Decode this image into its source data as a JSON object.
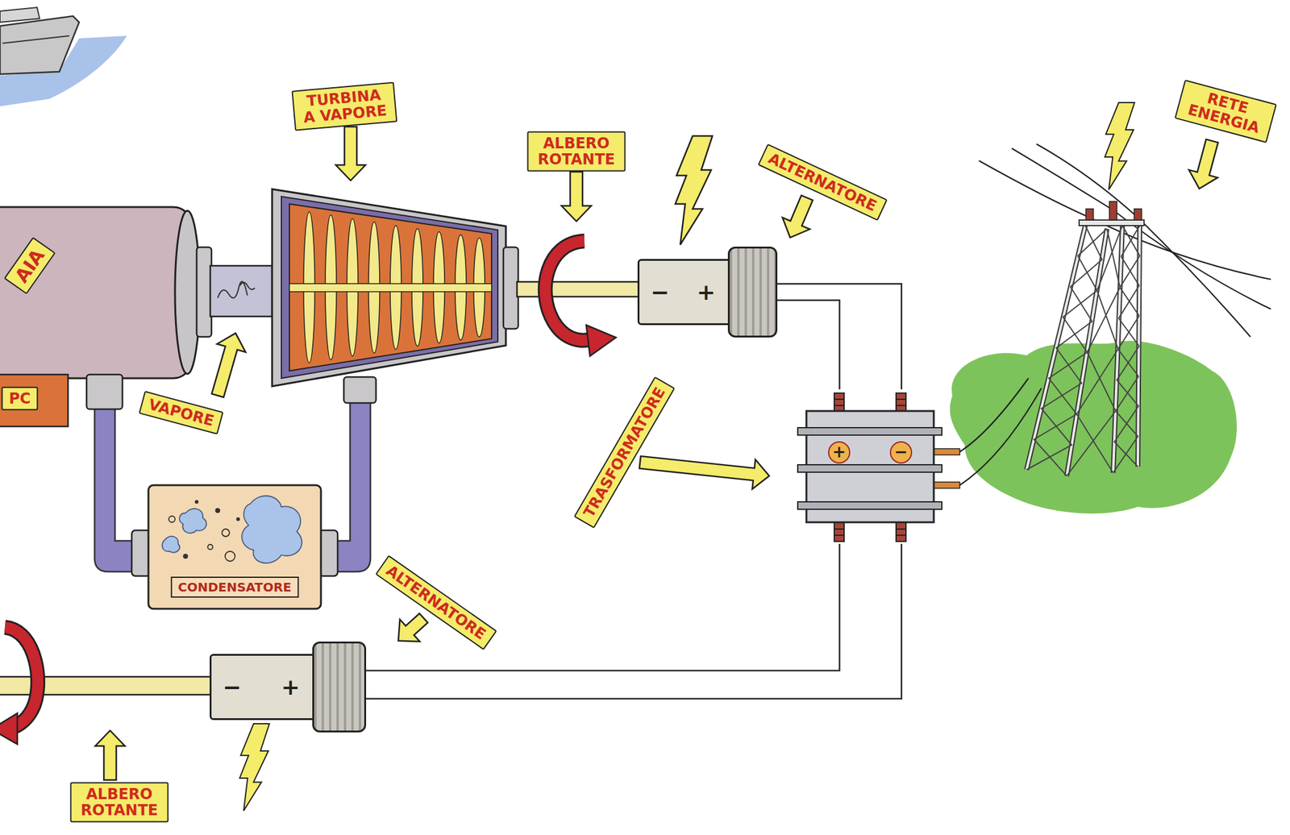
{
  "diagram": {
    "nodes": [
      {
        "text": [
          "−",
          "+"
        ]
      },
      {
        "text": [
          "+",
          "−"
        ]
      },
      {
        "text": [
          "CONDENSATORE"
        ]
      },
      {
        "text": [
          "−",
          "+"
        ]
      }
    ],
    "edges": [
      {
        "from": 0,
        "to": 1,
        "arrow": "none"
      },
      {
        "from": 0,
        "to": 1,
        "arrow": "none"
      },
      {
        "from": 3,
        "to": 1,
        "arrow": "none"
      },
      {
        "from": 3,
        "to": 1,
        "arrow": "none"
      }
    ],
    "labels": [
      "TURBINA A VAPORE",
      "RETE ENERGIA",
      "ALBERO ROTANTE",
      "ALTERNATORE",
      "AIA",
      "VAPORE",
      "PC",
      "TRASFORMATORE",
      "ALTERNATORE",
      "ALBERO ROTANTE"
    ]
  }
}
